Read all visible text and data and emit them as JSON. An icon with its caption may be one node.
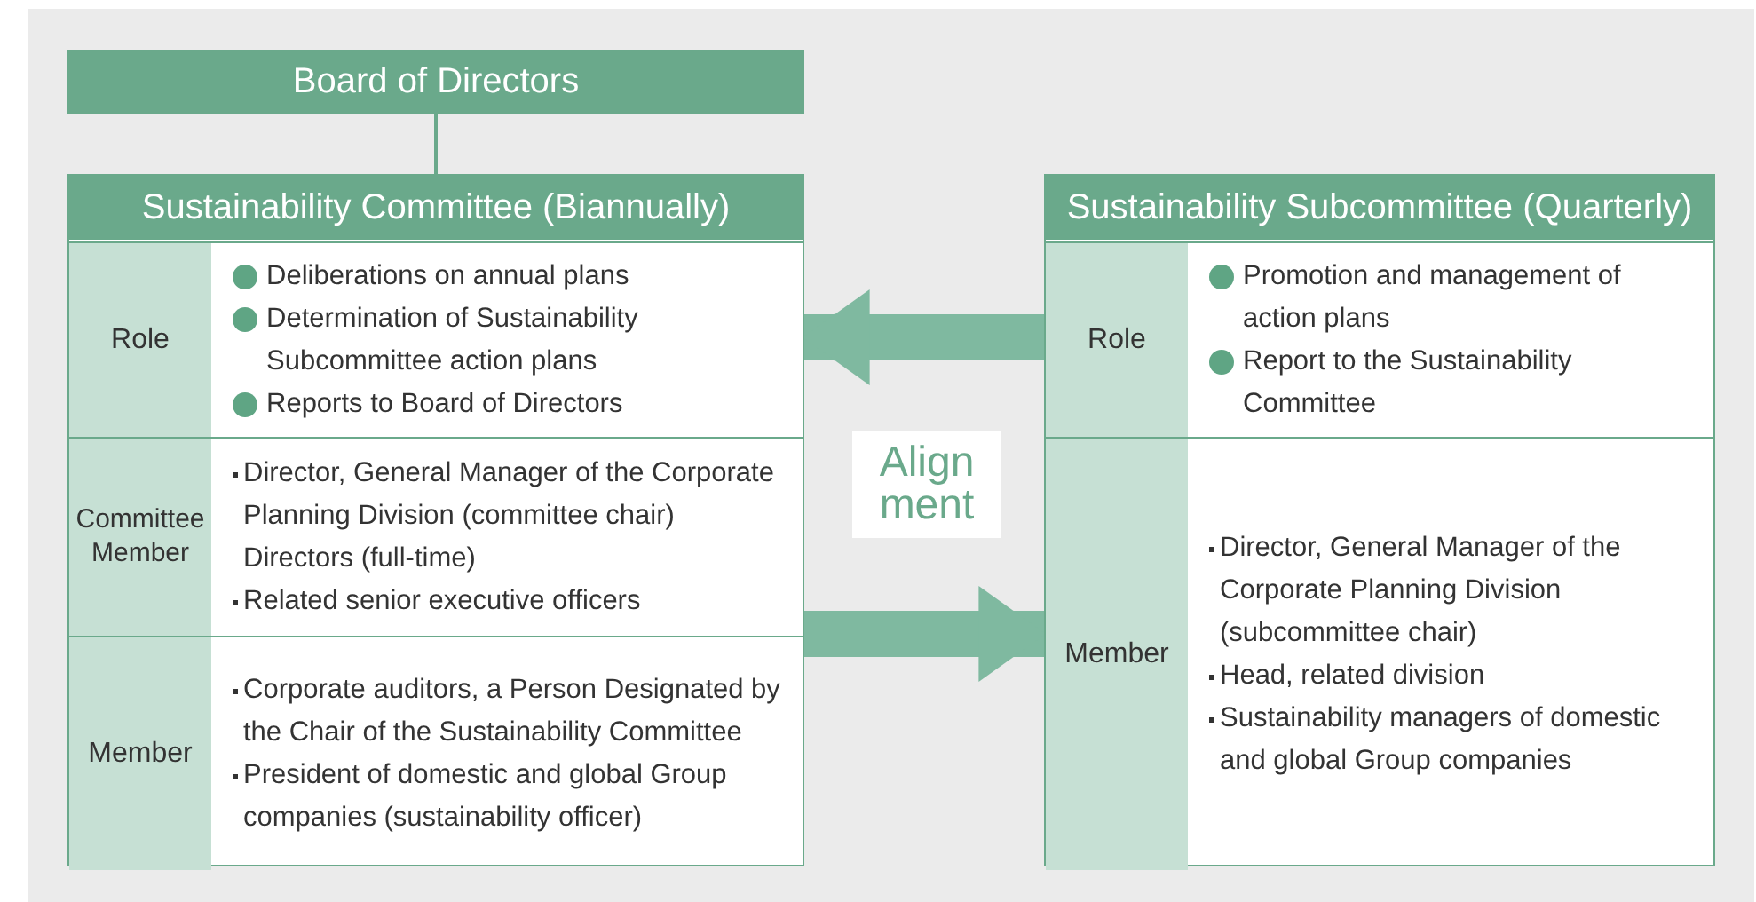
{
  "diagram": {
    "nodes": [
      {
        "text": [
          "Board of Directors"
        ]
      },
      {
        "text": [
          "Sustainability Committee (Biannually)"
        ]
      },
      {
        "text": [
          "Role",
          "Deliberations on annual plans",
          "Determination of Sustainability Subcommittee action plans",
          "Reports to Board of Directors"
        ],
        "in": 1
      },
      {
        "text": [
          "Committee Member",
          "Director, General Manager of the Corporate Planning Division (committee chair) Directors (full-time)",
          "Related senior executive officers"
        ],
        "in": 1
      },
      {
        "text": [
          "Member",
          "Corporate auditors, a Person Designated by the Chair of the Sustainability Committee",
          "President of domestic and global Group companies (sustainability officer)"
        ],
        "in": 1
      },
      {
        "text": [
          "Sustainability Subcommittee (Quarterly)"
        ]
      },
      {
        "text": [
          "Role",
          "Promotion and management of action plans",
          "Report to the Sustainability Committee"
        ],
        "in": 5
      },
      {
        "text": [
          "Member",
          "Director, General Manager of the Corporate Planning Division (subcommittee chair)",
          "Head, related division",
          "Sustainability managers of domestic and global Group companies"
        ],
        "in": 5
      }
    ],
    "edges": [
      {
        "from": 0,
        "to": 1,
        "arrow": "none"
      },
      {
        "from": 6,
        "to": 2,
        "arrow": "to"
      },
      {
        "from": 3,
        "to": 7,
        "arrow": "to"
      }
    ],
    "labels": [
      "Alignment"
    ]
  }
}
